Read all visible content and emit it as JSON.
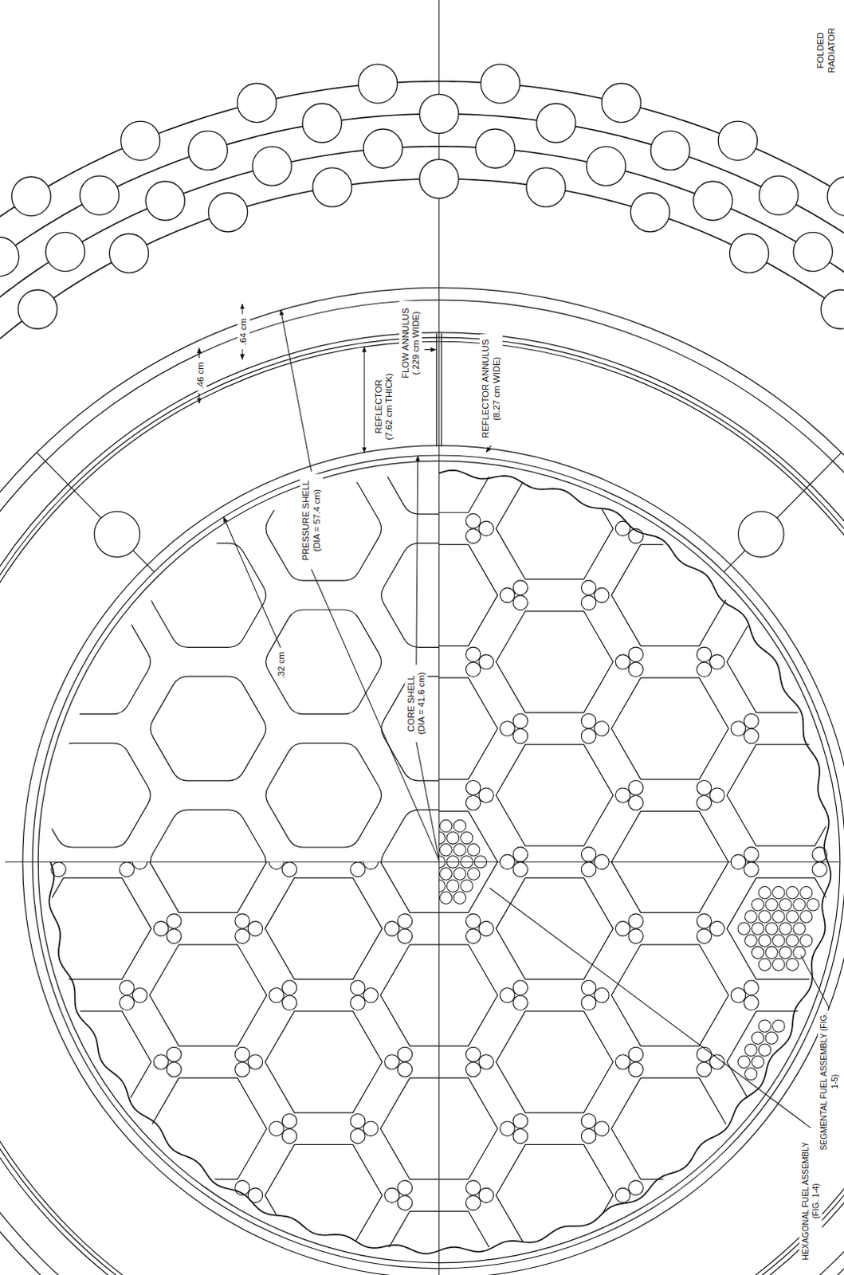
{
  "diagram": {
    "labels": [
      "FOLDED RADIATOR",
      ".64 cm",
      ".46 cm",
      "PRESSURE SHELL (DIA = 57.4 cm)",
      "FLOW ANNULUS (.229 cm WIDE)",
      "REFLECTOR (7.62 cm THICK)",
      "REFLECTOR ANNULUS (8.27 cm WIDE)",
      ".32 cm",
      "CORE SHELL (DIA = 41.6 cm)",
      "HEXAGONAL FUEL ASSEMBLY (FIG. 1-4)",
      "SEGMENTAL FUEL ASSEMBLY (FIG. 1-5)"
    ]
  }
}
